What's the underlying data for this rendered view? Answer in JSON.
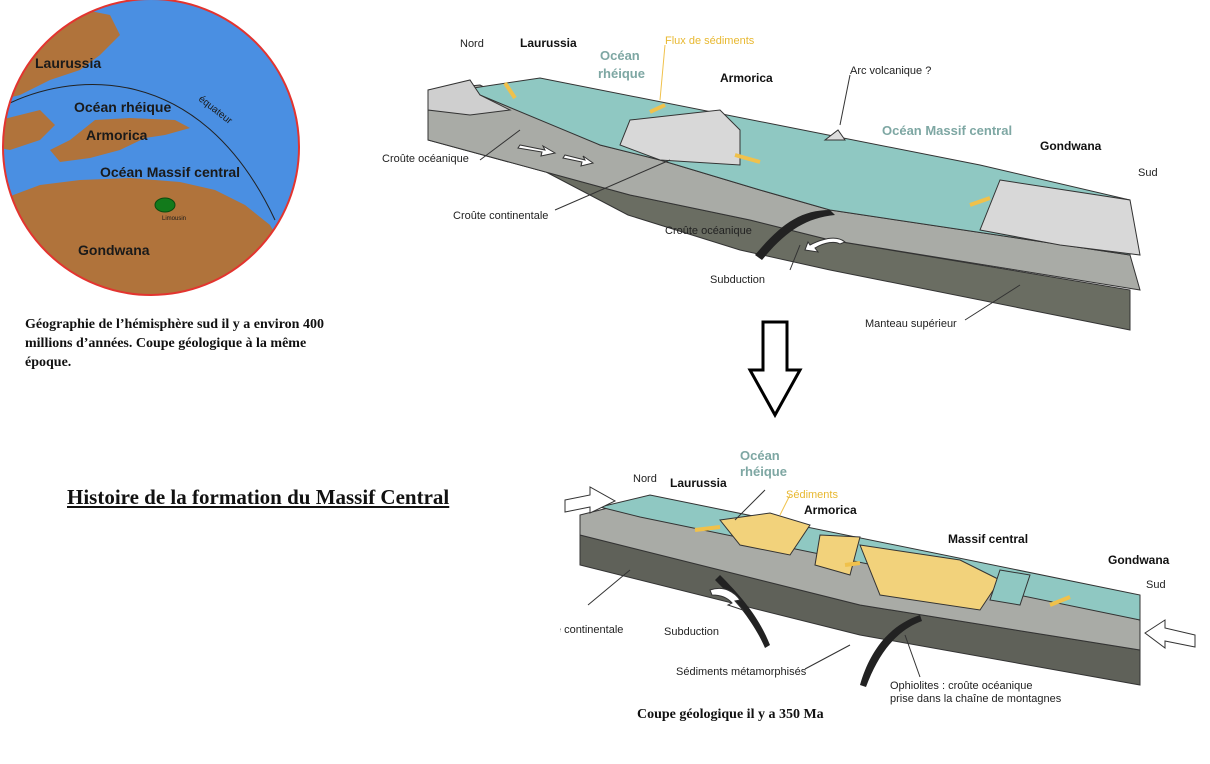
{
  "globe": {
    "laurussia": "Laurussia",
    "ocean_rheique": "Océan rhéique",
    "equateur": "équateur",
    "armorica": "Armorica",
    "ocean_massif_central": "Océan Massif central",
    "limousin": "Limousin",
    "gondwana": "Gondwana"
  },
  "caption_globe": "Géographie de l’hémisphère sud il y a environ 400 millions d’années. Coupe géologique à la même époque.",
  "main_title": "Histoire de la formation du Massif Central",
  "section_400": {
    "nord": "Nord",
    "laurussia": "Laurussia",
    "ocean_rheique_1": "Océan",
    "ocean_rheique_2": "rhéique",
    "flux_sediments": "Flux de sédiments",
    "armorica": "Armorica",
    "arc_volcanique": "Arc volcanique ?",
    "ocean_massif_central": "Océan Massif central",
    "gondwana": "Gondwana",
    "sud": "Sud",
    "croute_oceanique_left": "Croûte océanique",
    "croute_continentale": "Croûte continentale",
    "croute_oceanique_mid": "Croûte océanique",
    "subduction": "Subduction",
    "manteau_superieur": "Manteau supérieur"
  },
  "section_350": {
    "nord": "Nord",
    "laurussia": "Laurussia",
    "ocean_rheique_1": "Océan",
    "ocean_rheique_2": "rhéique",
    "sediments": "Sédiments",
    "armorica": "Armorica",
    "massif_central": "Massif central",
    "gondwana": "Gondwana",
    "sud": "Sud",
    "croute_continentale": "Croûte continentale",
    "subduction": "Subduction",
    "sediments_metamorphises": "Sédiments métamorphisés",
    "ophiolites_1": "Ophiolites : croûte océanique",
    "ophiolites_2": "prise dans la chaîne de montagnes"
  },
  "caption_350": "Coupe géologique il y a 350 Ma"
}
